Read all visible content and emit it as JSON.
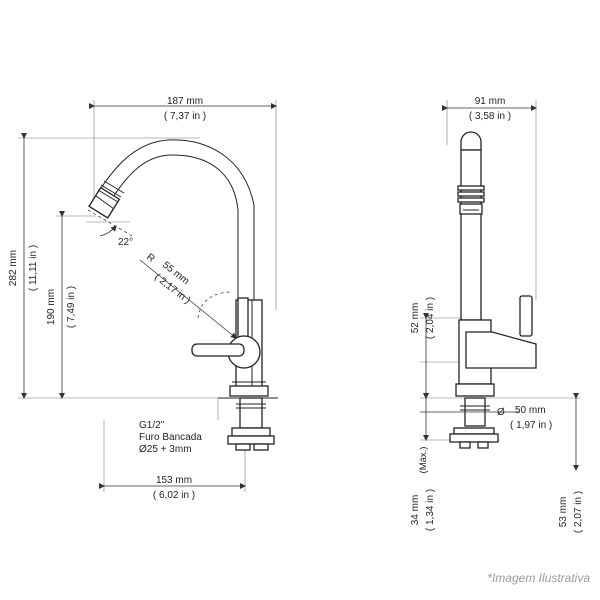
{
  "colors": {
    "line": "#222222",
    "dim": "#333333",
    "watermark": "#9a9a9a"
  },
  "left_view": {
    "width_top": {
      "mm": "187 mm",
      "in": "( 7,37 in )"
    },
    "height_total": {
      "mm": "282 mm",
      "in": "( 11,11 in )"
    },
    "height_spout": {
      "mm": "190 mm",
      "in": "( 7,49 in )"
    },
    "angle": "22°",
    "radius": {
      "prefix": "R",
      "mm": "55 mm",
      "in": "( 2,17 in )"
    },
    "connection": {
      "line1": "G1/2\"",
      "line2": "Furo Bancada",
      "line3": "Ø25 + 3mm"
    },
    "width_bottom": {
      "mm": "153 mm",
      "in": "( 6,02 in )"
    }
  },
  "right_view": {
    "width_top": {
      "mm": "91 mm",
      "in": "( 3,58 in )"
    },
    "height_handle": {
      "mm": "52 mm",
      "in": "( 2,04 in )"
    },
    "diameter": {
      "symbol": "Ø",
      "mm": "50 mm",
      "in": "( 1,97 in )"
    },
    "max_label": "(Máx.)",
    "height_thread": {
      "mm": "34 mm",
      "in": "( 1,34 in )"
    },
    "height_base": {
      "mm": "53 mm",
      "in": "( 2,07 in )"
    }
  },
  "watermark": "*Imagem Ilustrativa"
}
